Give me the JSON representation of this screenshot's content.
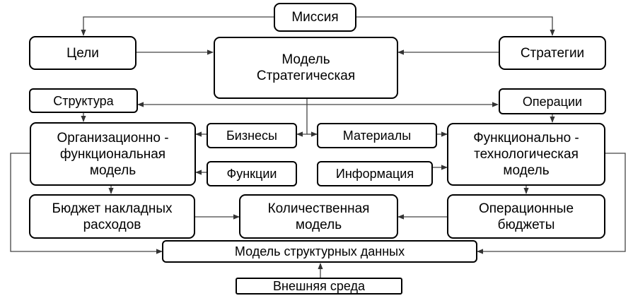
{
  "diagram": {
    "nodes": {
      "mission": "Миссия",
      "goals": "Цели",
      "strategic_model": "Модель\nСтратегическая",
      "strategies": "Стратегии",
      "structure": "Структура",
      "operations": "Операции",
      "org_functional_model": "Организационно -\nфункциональная\nмодель",
      "businesses": "Бизнесы",
      "materials": "Материалы",
      "functions": "Функции",
      "information": "Информация",
      "func_tech_model": "Функционально -\nтехнологическая\nмодель",
      "overhead_budget": "Бюджет накладных\nрасходов",
      "quantitative_model": "Количественная\nмодель",
      "operational_budgets": "Операционные\nбюджеты",
      "structural_data_model": "Модель структурных данных",
      "external_environment": "Внешняя среда"
    }
  }
}
